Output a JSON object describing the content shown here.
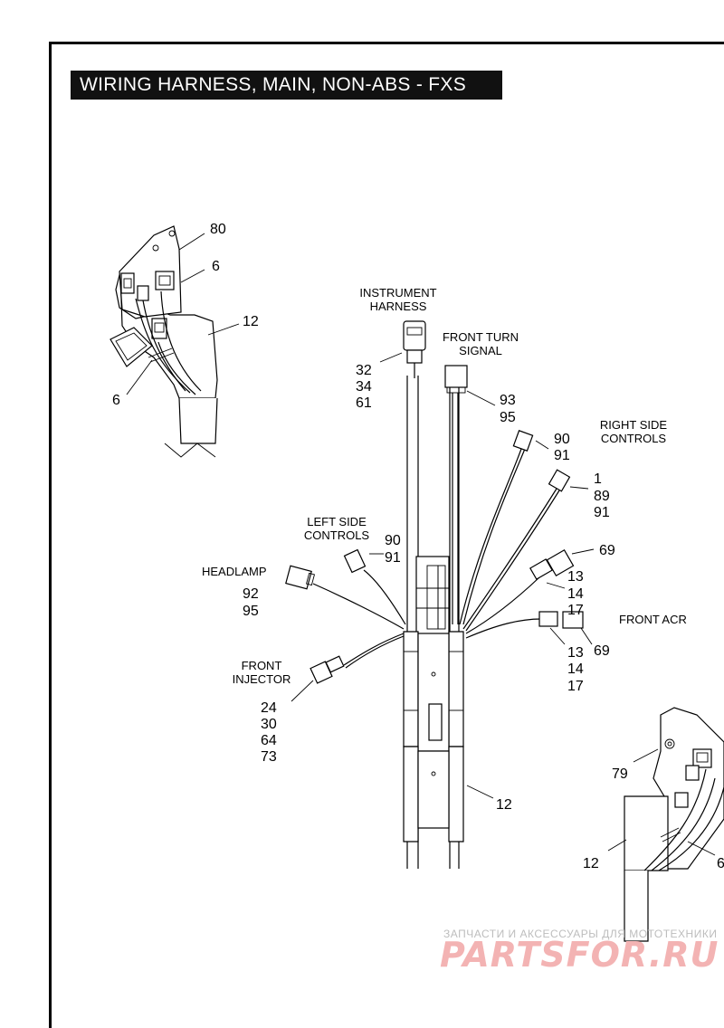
{
  "title": "WIRING HARNESS, MAIN, NON-ABS - FXS",
  "labels": {
    "instrument_harness": [
      "INSTRUMENT",
      "HARNESS"
    ],
    "front_turn_signal": [
      "FRONT TURN",
      "SIGNAL"
    ],
    "right_side_controls": [
      "RIGHT SIDE",
      "CONTROLS"
    ],
    "left_side_controls": [
      "LEFT SIDE",
      "CONTROLS"
    ],
    "headlamp": "HEADLAMP",
    "front_acr": "FRONT ACR",
    "front_injector": [
      "FRONT",
      "INJECTOR"
    ]
  },
  "callouts": {
    "inset_left_80": "80",
    "inset_left_6_top": "6",
    "inset_left_12": "12",
    "inset_left_6_bottom": "6",
    "instrument": [
      "32",
      "34",
      "61"
    ],
    "turn_signal": [
      "93",
      "95"
    ],
    "rsc_a": [
      "90",
      "91"
    ],
    "rsc_b": [
      "1",
      "89",
      "91"
    ],
    "c69_top": "69",
    "c13_top": [
      "13",
      "14",
      "17"
    ],
    "c69_bottom": "69",
    "c13_bottom": [
      "13",
      "14",
      "17"
    ],
    "lsc": [
      "90",
      "91"
    ],
    "headlamp": [
      "92",
      "95"
    ],
    "injector": [
      "24",
      "30",
      "64",
      "73"
    ],
    "harness_12": "12",
    "inset_right_79": "79",
    "inset_right_12": "12",
    "inset_right_6": "6"
  },
  "watermark": {
    "line1": "ЗАПЧАСТИ И АКСЕССУАРЫ ДЛЯ МОТОТЕХНИКИ",
    "line2": "PARTSFOR.RU"
  }
}
